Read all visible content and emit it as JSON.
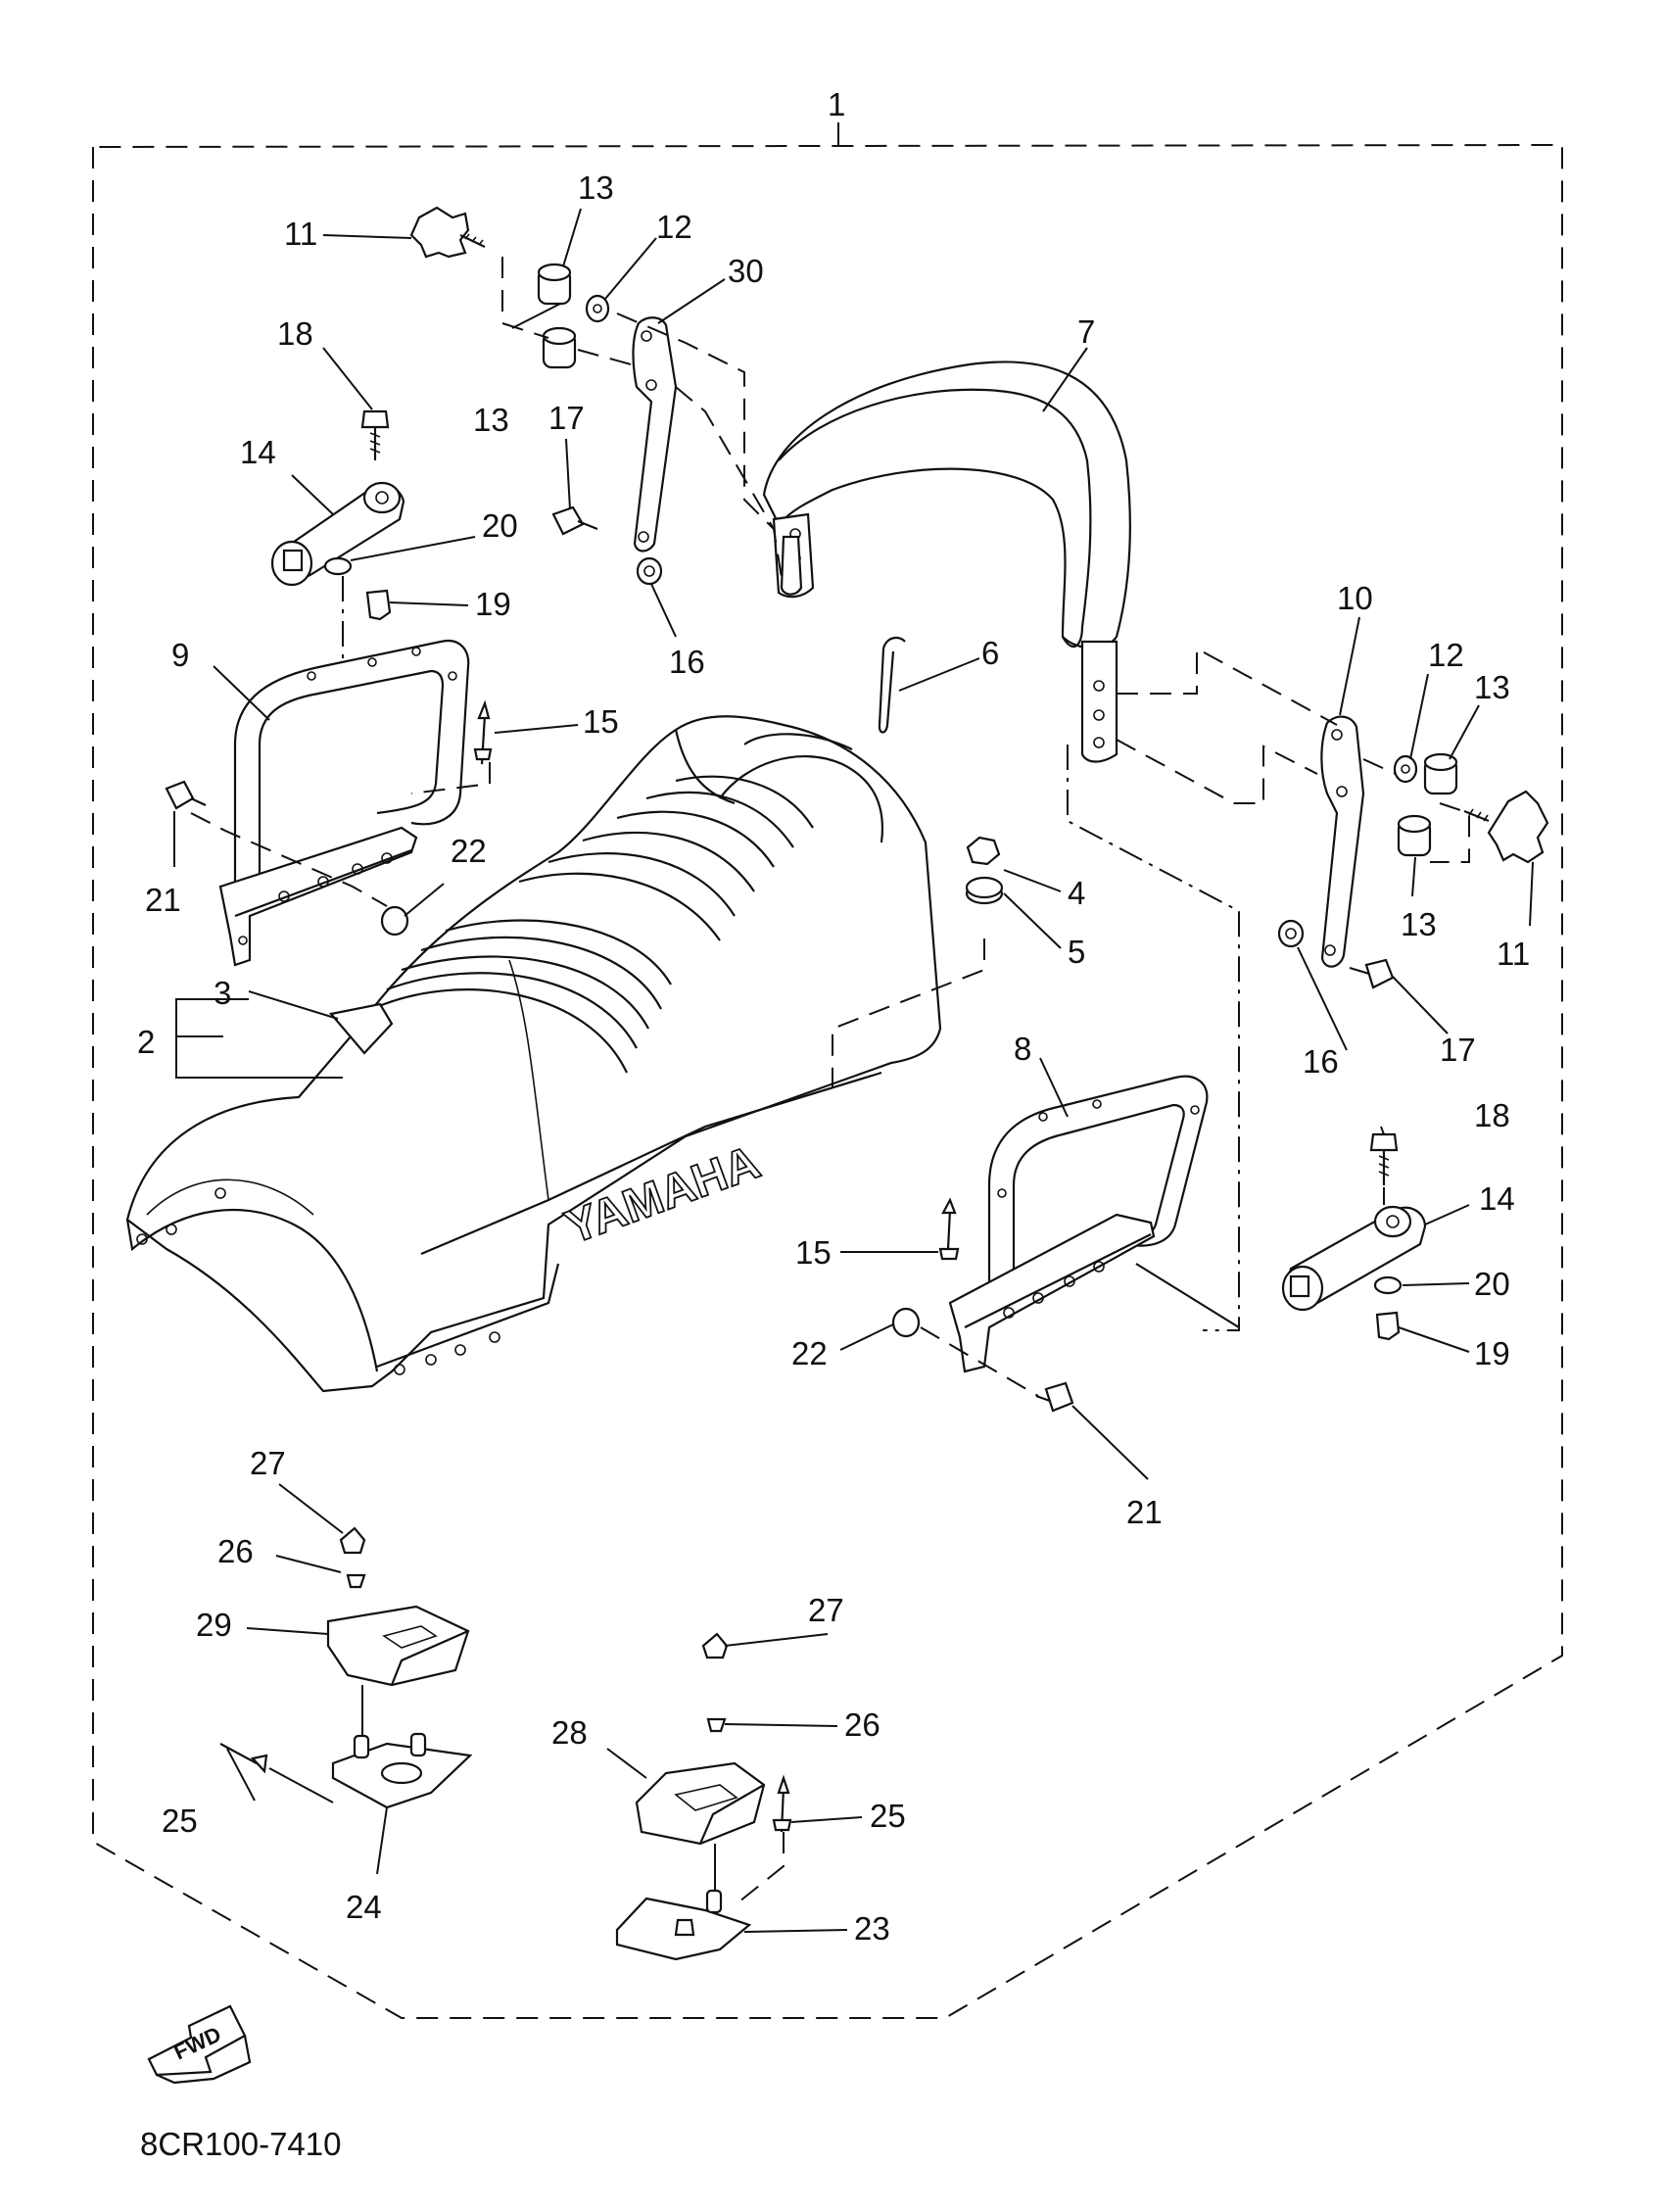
{
  "diagram": {
    "callouts": {
      "c1": "1",
      "c2": "2",
      "c3": "3",
      "c4": "4",
      "c5": "5",
      "c6": "6",
      "c7": "7",
      "c8": "8",
      "c9": "9",
      "c10": "10",
      "c11": "11",
      "c12": "12",
      "c13": "13",
      "c14": "14",
      "c15": "15",
      "c16": "16",
      "c17": "17",
      "c18": "18",
      "c19": "19",
      "c20": "20",
      "c21": "21",
      "c22": "22",
      "c23": "23",
      "c24": "24",
      "c25": "25",
      "c26": "26",
      "c27": "27",
      "c28": "28",
      "c29": "29",
      "c30": "30"
    },
    "seat_logo": "YAMAHA",
    "fwd_arrow_label": "FWD",
    "drawing_code": "8CR100-7410"
  },
  "colors": {
    "ink": "#111111",
    "paper": "#ffffff"
  },
  "icons": {
    "direction": "fwd-arrow-icon"
  }
}
